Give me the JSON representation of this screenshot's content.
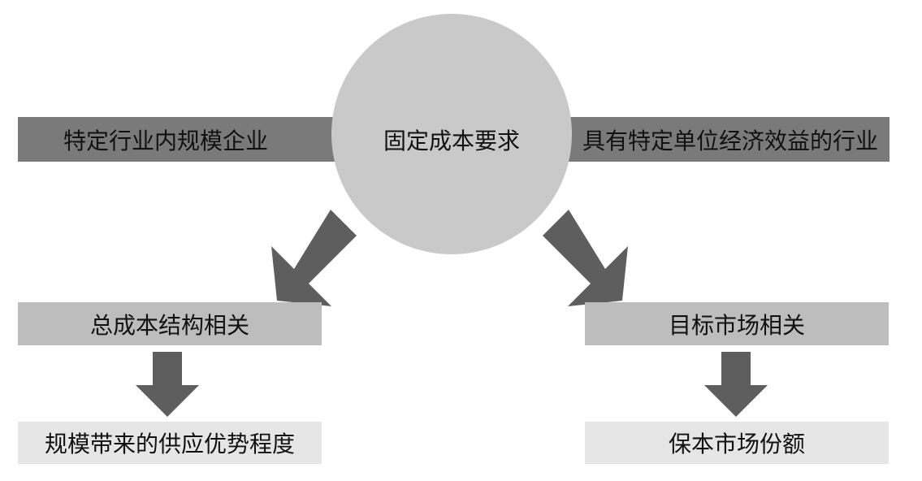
{
  "diagram": {
    "center": {
      "label": "固定成本要求"
    },
    "top_left": {
      "label": "特定行业内规模企业"
    },
    "top_right": {
      "label": "具有特定单位经济效益的行业"
    },
    "left_branch": {
      "label": "总成本结构相关",
      "result": "规模带来的供应优势程度"
    },
    "right_branch": {
      "label": "目标市场相关",
      "result": "保本市场份额"
    }
  },
  "colors": {
    "dark_bar": "#7a7a7a",
    "mid_box": "#bdbdbd",
    "light_box": "#e6e6e6",
    "circle": "#c9c9c9",
    "arrow": "#5e5e5e",
    "text": "#111111"
  }
}
